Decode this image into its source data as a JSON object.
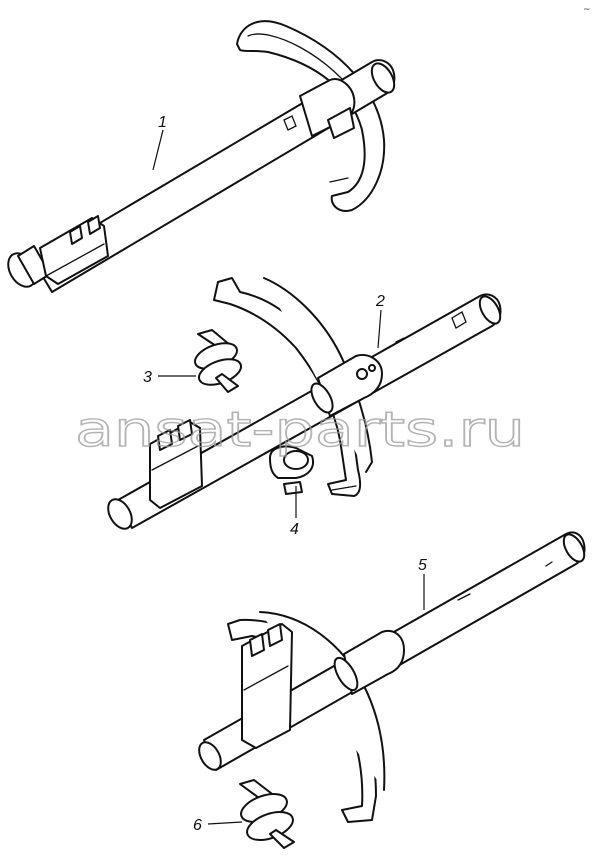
{
  "diagram": {
    "callouts": {
      "c1": "1",
      "c2": "2",
      "c3": "3",
      "c4": "4",
      "c5": "5",
      "c6": "6"
    },
    "watermark": "ansat-parts.ru",
    "corner_mark": "~"
  },
  "colors": {
    "line": "#111111",
    "background": "#ffffff",
    "watermark": "#9a9a9a"
  }
}
